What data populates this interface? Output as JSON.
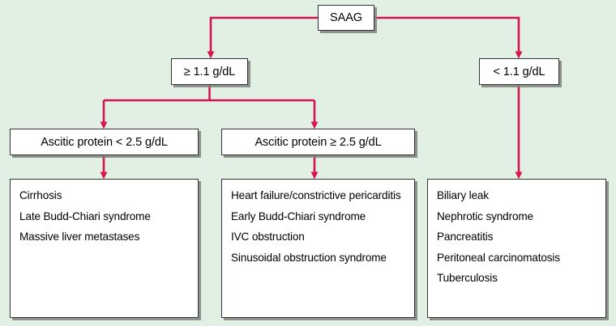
{
  "colors": {
    "background": "#e2f0e4",
    "connector": "#d4154f",
    "box_border": "#333333",
    "box_fill": "#ffffff",
    "shadow": "#7d827d",
    "text": "#000000"
  },
  "flowchart": {
    "root": {
      "label": "SAAG"
    },
    "level1": [
      {
        "label": "≥ 1.1 g/dL"
      },
      {
        "label": "< 1.1 g/dL"
      }
    ],
    "level2": [
      {
        "label": "Ascitic protein < 2.5 g/dL"
      },
      {
        "label": "Ascitic protein ≥ 2.5 g/dL"
      }
    ],
    "outcomes": [
      {
        "name": "high-saag-low-protein",
        "items": [
          "Cirrhosis",
          "Late Budd-Chiari syndrome",
          "Massive liver metastases"
        ]
      },
      {
        "name": "high-saag-high-protein",
        "items": [
          "Heart failure/constrictive pericarditis",
          "Early Budd-Chiari syndrome",
          "IVC obstruction",
          "Sinusoidal obstruction syndrome"
        ]
      },
      {
        "name": "low-saag",
        "items": [
          "Biliary leak",
          "Nephrotic syndrome",
          "Pancreatitis",
          "Peritoneal carcinomatosis",
          "Tuberculosis"
        ]
      }
    ]
  }
}
